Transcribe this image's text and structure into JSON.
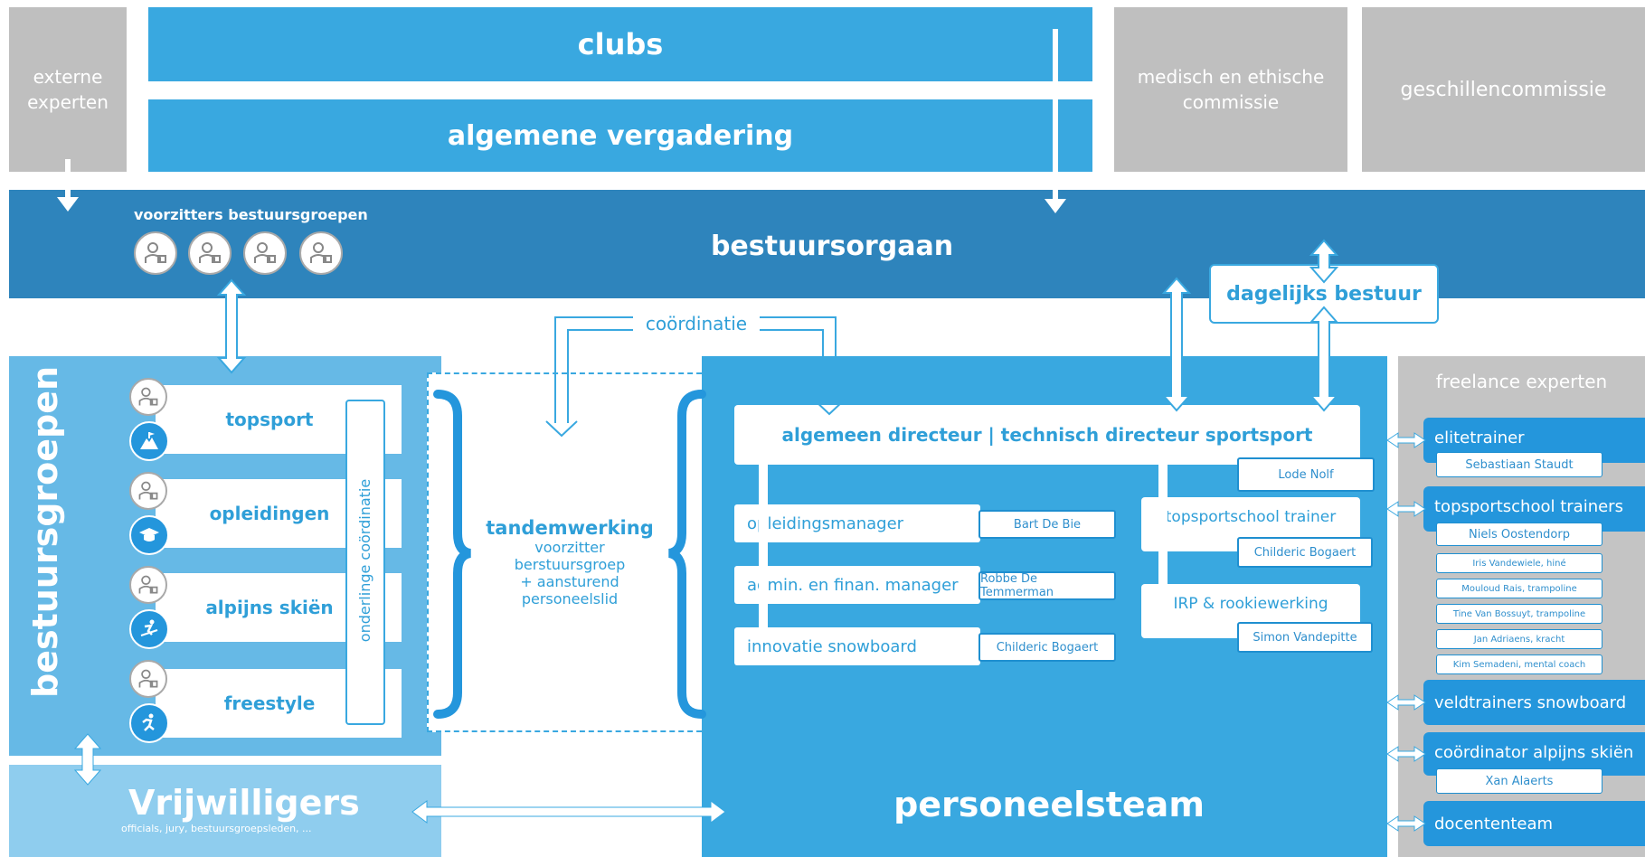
{
  "top": {
    "externe_experten": "externe experten",
    "clubs": "clubs",
    "algemene_vergadering": "algemene vergadering",
    "medisch_commissie": "medisch en ethische commissie",
    "geschillencommissie": "geschillencommissie"
  },
  "bestuursorgaan": {
    "title": "bestuursorgaan",
    "voorzitters_label": "voorzitters bestuursgroepen",
    "dagelijks_bestuur": "dagelijks bestuur"
  },
  "coordinatie": "coördinatie",
  "bestuursgroepen": {
    "vertical_title": "bestuursgroepen",
    "onderlinge": "onderlinge coördinatie",
    "groups": [
      {
        "label": "topsport",
        "icon": "mountain-flag-icon"
      },
      {
        "label": "opleidingen",
        "icon": "graduation-cap-icon"
      },
      {
        "label": "alpijns skiën",
        "icon": "skier-icon"
      },
      {
        "label": "freestyle",
        "icon": "freestyle-jumper-icon"
      }
    ]
  },
  "tandem": {
    "title": "tandemwerking",
    "line1": "voorzitter",
    "line2": "berstuursgroep",
    "line3": "+ aansturend",
    "line4": "personeelslid"
  },
  "personeel": {
    "director": "algemeen directeur | technisch directeur sportsport",
    "director_name": "Lode Nolf",
    "roles": [
      {
        "role": "opleidingsmanager",
        "name": "Bart De Bie"
      },
      {
        "role": "admin. en finan. manager",
        "name": "Robbe De Temmerman"
      },
      {
        "role": "innovatie snowboard",
        "name": "Childeric Bogaert"
      }
    ],
    "right_roles": [
      {
        "role": "topsportschool trainer",
        "name": "Childeric Bogaert"
      },
      {
        "role": "IRP & rookiewerking",
        "name": "Simon Vandepitte"
      }
    ],
    "title": "personeelsteam"
  },
  "vrijwilligers": {
    "title": "Vrijwilligers",
    "subtitle": "officials, jury, bestuursgroepsleden, ..."
  },
  "freelance": {
    "title": "freelance experten",
    "elitetrainer": "elitetrainer",
    "elitetrainer_name": "Sebastiaan Staudt",
    "topsportschool": "topsportschool trainers",
    "topsportschool_names": [
      "Niels Oostendorp",
      "Iris Vandewiele, hiné",
      "Mouloud Rais, trampoline",
      "Tine Van Bossuyt, trampoline",
      "Jan Adriaens, kracht",
      "Kim Semadeni, mental coach"
    ],
    "veldtrainers": "veldtrainers snowboard",
    "coordinator": "coördinator alpijns skiën",
    "coordinator_name": "Xan Alaerts",
    "docententeam": "docententeam"
  },
  "colors": {
    "light_blue": "#39a8e0",
    "dark_blue": "#2e84bc",
    "pale_blue": "#7fc4e9",
    "grey": "#bfbfbf"
  }
}
